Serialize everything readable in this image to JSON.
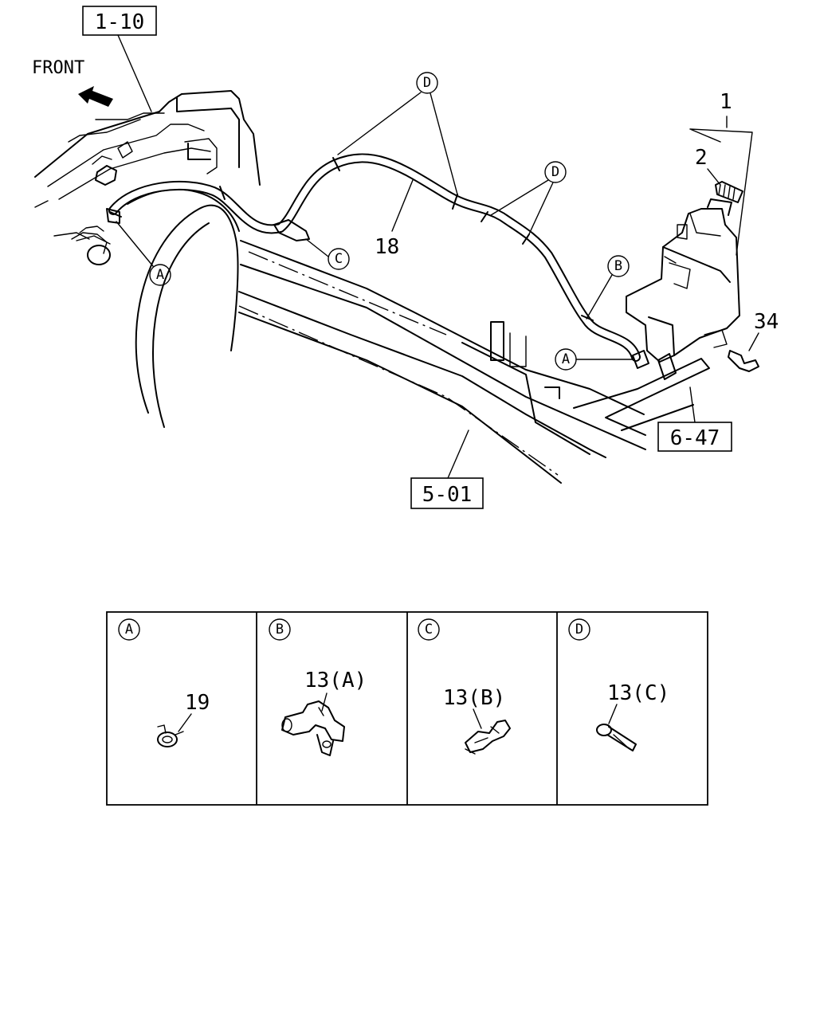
{
  "diagram": {
    "direction_label": "FRONT",
    "ref_boxes": {
      "top_left": "1-10",
      "bottom_center": "5-01",
      "right": "6-47"
    },
    "part_numbers": {
      "tank": "1",
      "cap": "2",
      "bolt": "34",
      "hose": "18"
    },
    "callouts": {
      "a": "A",
      "b": "B",
      "c": "C",
      "d": "D"
    }
  },
  "detail_panels": [
    {
      "letter": "A",
      "part_label": "19"
    },
    {
      "letter": "B",
      "part_label": "13(A)"
    },
    {
      "letter": "C",
      "part_label": "13(B)"
    },
    {
      "letter": "D",
      "part_label": "13(C)"
    }
  ]
}
